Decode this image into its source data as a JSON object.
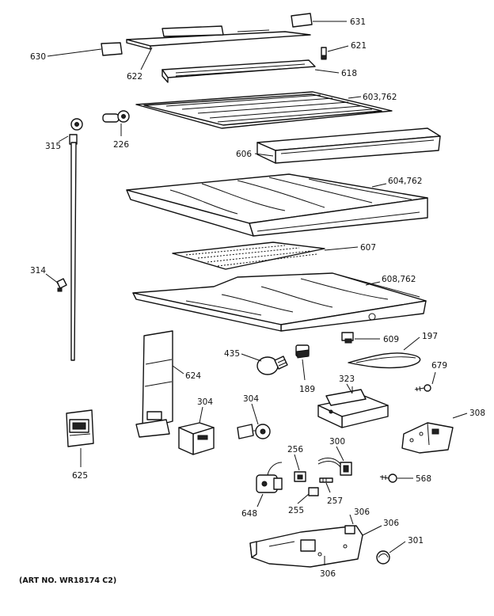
{
  "callouts": {
    "c631": "631",
    "c630": "630",
    "c621": "621",
    "c622": "622",
    "c618": "618",
    "c603": "603,762",
    "c315": "315",
    "c226": "226",
    "c606": "606",
    "c604": "604,762",
    "c607": "607",
    "c314": "314",
    "c608": "608,762",
    "c609": "609",
    "c197": "197",
    "c435": "435",
    "c624": "624",
    "c189": "189",
    "c323": "323",
    "c679": "679",
    "c304a": "304",
    "c304b": "304",
    "c308": "308",
    "c625": "625",
    "c300": "300",
    "c256": "256",
    "c568": "568",
    "c648": "648",
    "c255": "255",
    "c257": "257",
    "c306a": "306",
    "c306b": "306",
    "c306c": "306",
    "c301": "301"
  },
  "art_number": "(ART NO. WR18174  C2)"
}
